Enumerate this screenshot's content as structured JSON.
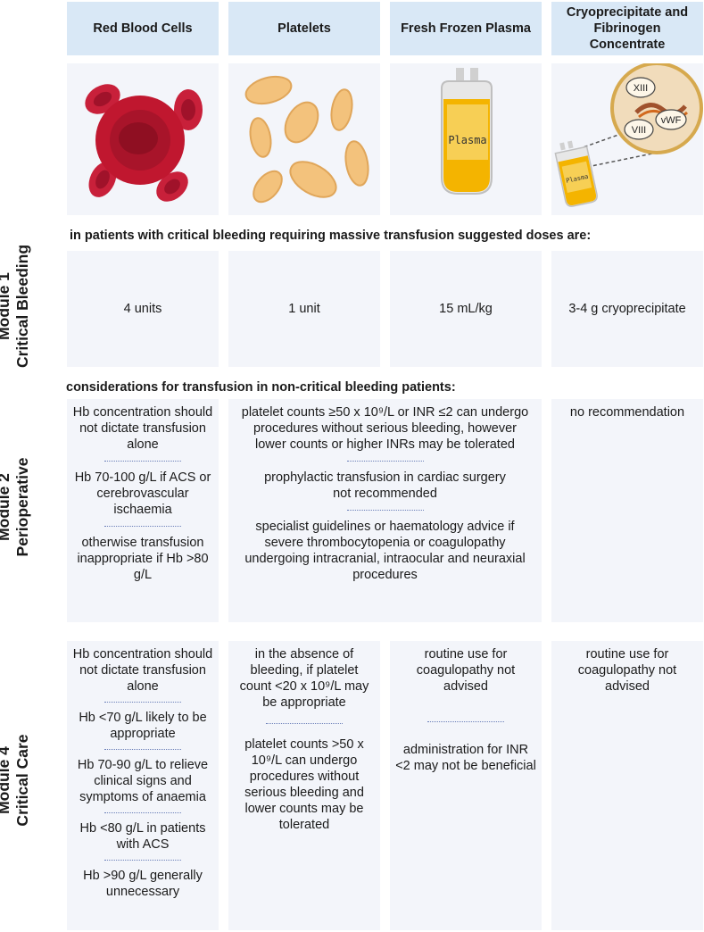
{
  "columns": [
    {
      "label": "Red Blood Cells"
    },
    {
      "label": "Platelets"
    },
    {
      "label": "Fresh Frozen Plasma"
    },
    {
      "label": "Cryoprecipitate and Fibrinogen Concentrate"
    }
  ],
  "images": {
    "plasma_bag_label": "Plasma",
    "cryo_bag_label": "Plasma",
    "factors": [
      "XIII",
      "vWF",
      "VIII"
    ]
  },
  "modules": [
    {
      "line1": "Module 1",
      "line2": "Critical Bleeding",
      "intro": "in patients with critical bleeding requiring massive transfusion suggested doses are:",
      "cells": [
        "4 units",
        "1 unit",
        "15 mL/kg",
        "3-4 g cryoprecipitate"
      ]
    },
    {
      "line1": "Module 2",
      "line2": "Perioperative",
      "intro": "considerations for transfusion in non-critical bleeding patients:",
      "rbc": [
        "Hb concentration should not dictate transfusion alone",
        "Hb 70-100 g/L if ACS or cerebrovascular ischaemia",
        "otherwise transfusion inappropriate if Hb >80 g/L"
      ],
      "platelets_plasma": [
        "platelet counts ≥50 x 10⁹/L or INR ≤2 can undergo procedures without serious bleeding, however lower counts or higher INRs may be tolerated",
        "prophylactic transfusion in cardiac surgery not recommended",
        "specialist guidelines or haematology advice if severe thrombocytopenia or coagulopathy undergoing intracranial, intraocular and neuraxial procedures"
      ],
      "cryo": "no recommendation"
    },
    {
      "line1": "Module 4",
      "line2": "Critical Care",
      "rbc": [
        "Hb concentration should not dictate transfusion alone",
        "Hb <70 g/L likely to be appropriate",
        "Hb 70-90 g/L to relieve clinical signs and symptoms of anaemia",
        "Hb <80 g/L in patients with ACS",
        "Hb >90 g/L generally unnecessary"
      ],
      "platelets": [
        "in the absence of bleeding, if platelet count <20 x 10⁹/L may be appropriate",
        "platelet counts >50 x 10⁹/L can undergo procedures without serious bleeding and lower counts may be tolerated"
      ],
      "plasma": [
        "routine use for coagulopathy not advised",
        "administration for INR <2 may not be beneficial"
      ],
      "cryo": "routine use for coagulopathy not advised"
    }
  ],
  "colors": {
    "header_bg": "#d9e8f6",
    "cell_bg": "#f3f5fa",
    "separator": "#6b7fb8"
  }
}
